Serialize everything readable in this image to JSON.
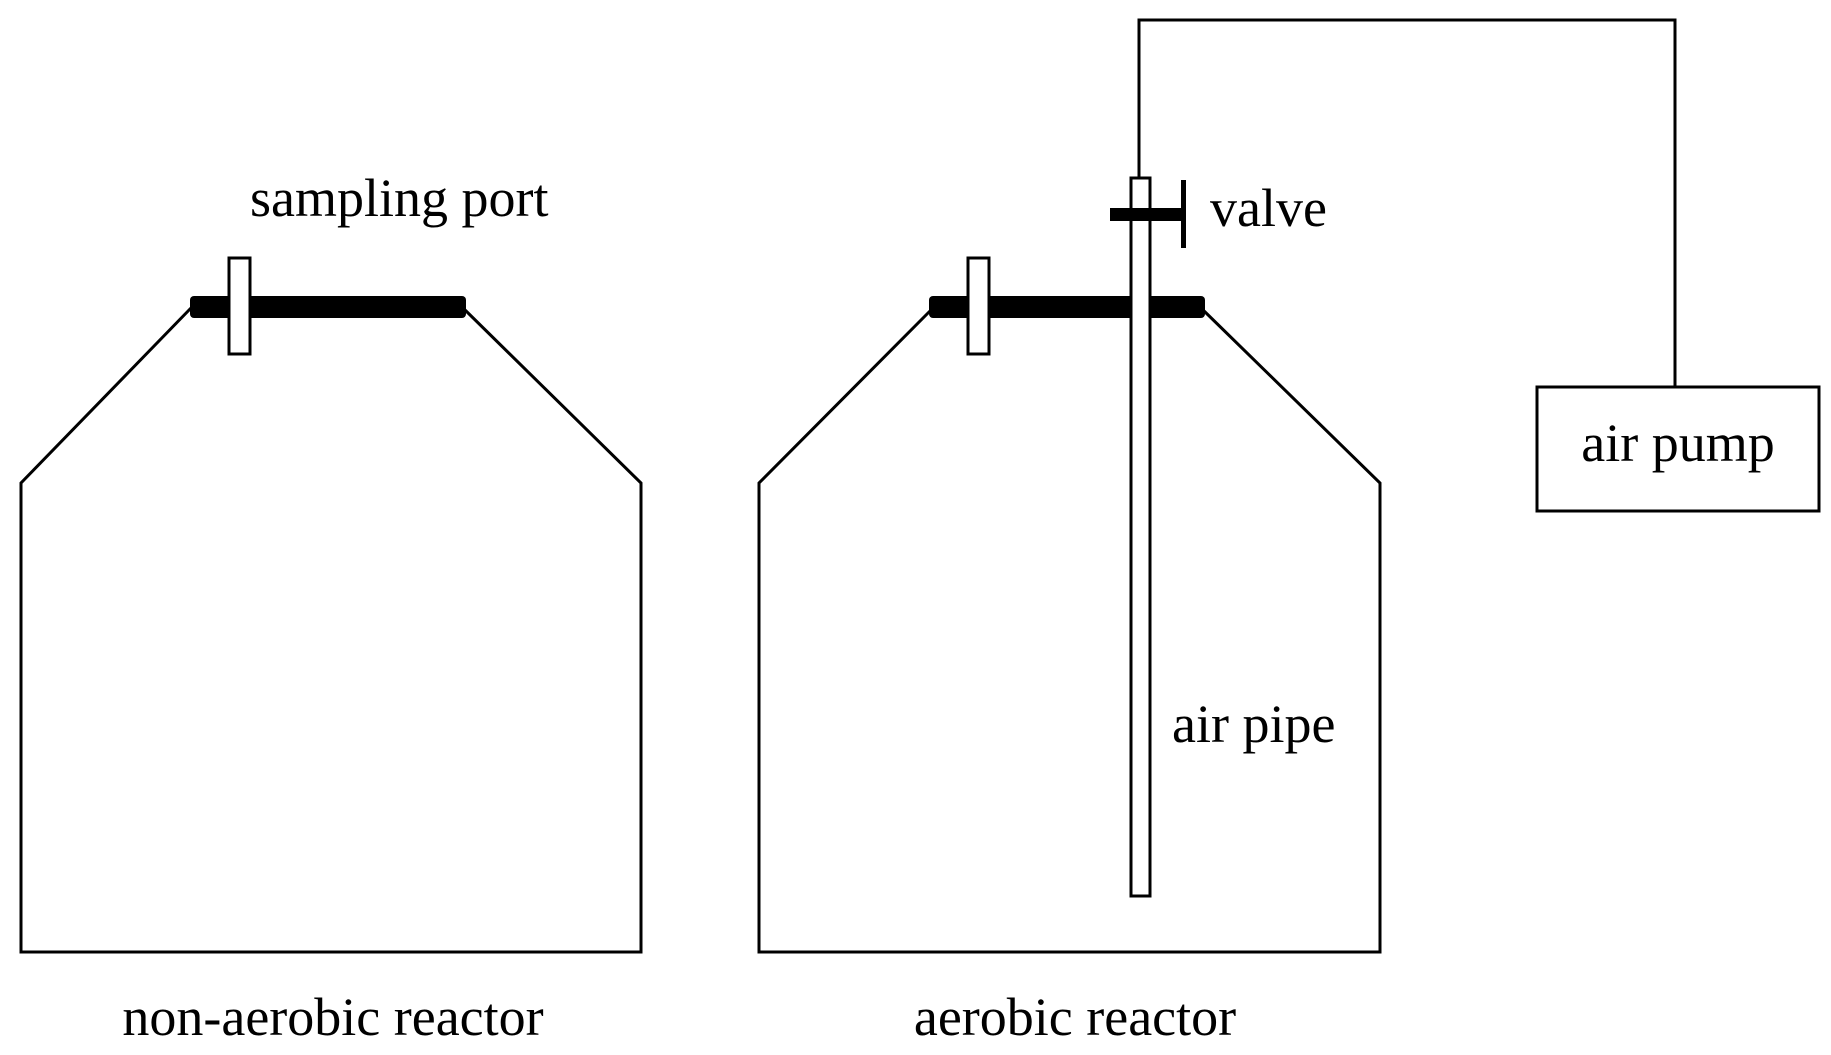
{
  "labels": {
    "sampling_port": "sampling port",
    "valve": "valve",
    "air_pump": "air pump",
    "air_pipe": "air pipe",
    "non_aerobic_reactor": "non-aerobic reactor",
    "aerobic_reactor": "aerobic reactor"
  },
  "colors": {
    "stroke": "#000000",
    "background": "#ffffff"
  }
}
